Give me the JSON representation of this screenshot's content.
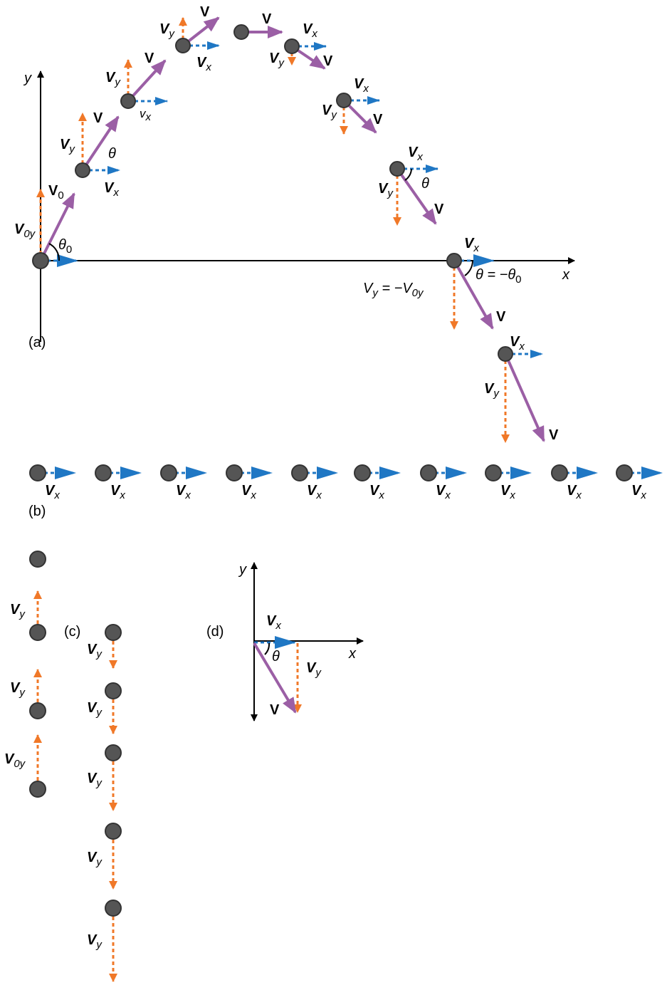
{
  "colors": {
    "vx": "#1f77c4",
    "vy": "#f07828",
    "v": "#9b5fa5",
    "ball": "#555555",
    "axis": "#000000"
  },
  "labels": {
    "panel_a": "(a)",
    "panel_b": "(b)",
    "panel_c": "(c)",
    "panel_d": "(d)",
    "axis_x": "x",
    "axis_y": "y",
    "V": "V",
    "Vx_main": "V",
    "Vx_sub": "x",
    "Vy_main": "V",
    "Vy_sub": "y",
    "vx_lower": "v",
    "V0_main": "V",
    "V0_sub": "0",
    "V0y_main": "V",
    "V0y_sub": "0y",
    "theta": "θ",
    "theta0_main": "θ",
    "theta0_sub": "0",
    "eq_theta": "θ = −θ",
    "eq_theta_sub": "0",
    "eq_vy_main": "V",
    "eq_vy_sub": "y",
    "eq_vy_rest": " = −V",
    "eq_vy_rest_sub": "0y"
  }
}
